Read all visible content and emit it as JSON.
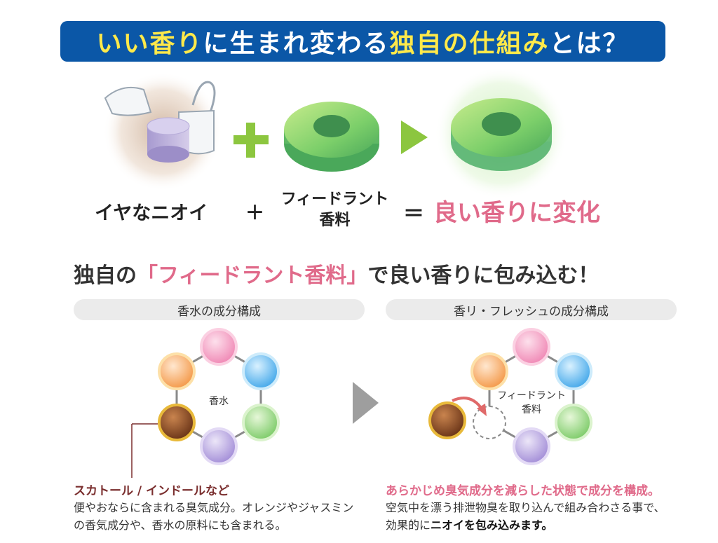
{
  "header": {
    "title_part1": "いい香り",
    "title_part2": "に生まれ変わる",
    "title_part3": "独自の仕組み",
    "title_part4": "とは？"
  },
  "formula": {
    "bad_odor": "イヤなニオイ",
    "plus": "＋",
    "fragrance_line1": "フィードラント",
    "fragrance_line2": "香料",
    "equals": "＝",
    "result": "良い香りに変化"
  },
  "subheading": {
    "part1": "独自の",
    "part2": "「フィードラント香料」",
    "part3": "で良い香りに包み込む！"
  },
  "left_panel": {
    "pill_label": "香水の成分構成",
    "center_label": "香水",
    "caption_title": "スカトール / インドールなど",
    "caption_line1": "便やおならに含まれる臭気成分。オレンジやジャスミン",
    "caption_line2": "の香気成分や、香水の原料にも含まれる。"
  },
  "right_panel": {
    "pill_label": "香リ・フレッシュの成分構成",
    "center_line1": "フィードラント",
    "center_line2": "香料",
    "caption_title": "あらかじめ臭気成分を減らした状態で成分を構成。",
    "caption_line1": "空気中を漂う排泄物臭を取り込んで組み合わさる事で、",
    "caption_line2_prefix": "効果的に",
    "caption_line2_bold": "ニオイを包み込みます。"
  },
  "colors": {
    "banner_blue": "#0b57a7",
    "banner_yellow": "#ffe94a",
    "accent_pink": "#e06a8a",
    "caption_brown": "#7a2e2e",
    "plus_green": "#8cc63f"
  }
}
